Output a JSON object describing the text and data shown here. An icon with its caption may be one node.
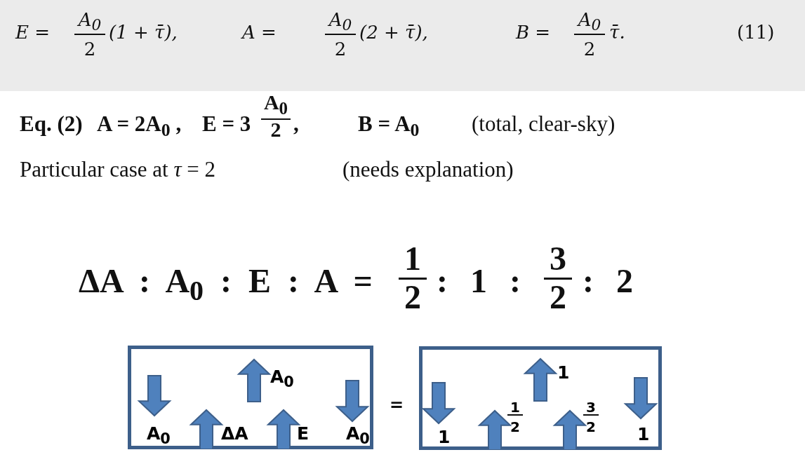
{
  "diagram": {
    "nodes": [
      {
        "text": [
          "A$_{0}$",
          "A$_{0}$",
          "ΔA",
          "E",
          "A$_{0}$"
        ]
      },
      {
        "text": [
          "1",
          "1",
          "1",
          "2",
          "3",
          "2",
          "1"
        ]
      }
    ],
    "edges": [],
    "labels": [
      "E =",
      "A$_{0}$",
      "2",
      "(1 + τ̄),",
      "A =",
      "A$_{0}$",
      "2",
      "(2 + τ̄),",
      "B =",
      "A$_{0}$",
      "2",
      "τ̄.",
      "(11)",
      "Eq. (2)",
      "A = 2A$_{0}$ ,",
      "E = 3",
      "A$_{0}$",
      "2",
      ",",
      "B = A$_{0}$",
      "(total, clear-sky)",
      "Particular case at *τ* = 2",
      "(needs explanation)",
      "ΔA : A$_{0}$ : E : A =",
      "1",
      "2",
      ": 1 :",
      "3",
      "2",
      ": 2",
      "="
    ]
  }
}
